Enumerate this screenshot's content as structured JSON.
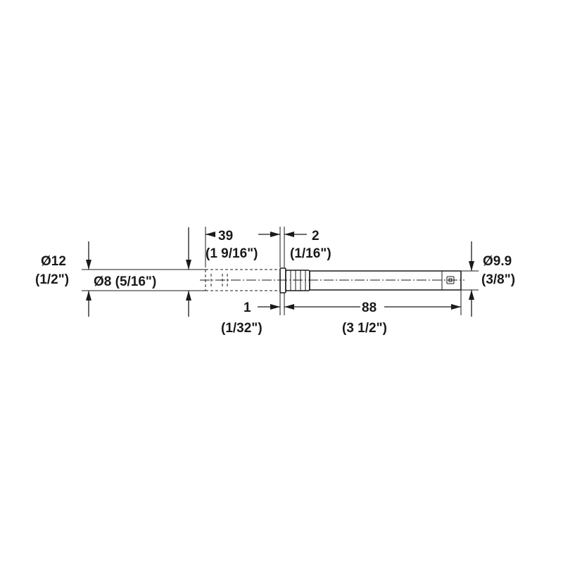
{
  "dimensions": {
    "outer_diameter": {
      "metric": "Ø12",
      "imperial": "(1/2\")"
    },
    "bore_diameter": {
      "label": "Ø8 (5/16\")"
    },
    "insert_depth": {
      "metric": "39",
      "imperial": "(1 9/16\")"
    },
    "collar_width": {
      "metric": "2",
      "imperial": "(1/16\")"
    },
    "gap": {
      "metric": "1",
      "imperial": "(1/32\")"
    },
    "stroke_length": {
      "metric": "88",
      "imperial": "(3 1/2\")"
    },
    "tip_diameter": {
      "metric": "Ø9.9",
      "imperial": "(3/8\")"
    }
  }
}
